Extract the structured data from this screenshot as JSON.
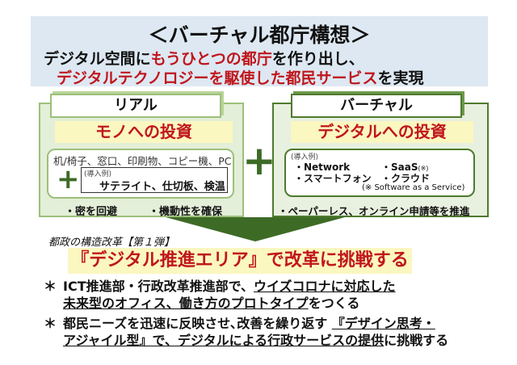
{
  "header": {
    "title": "＜バーチャル都庁構想＞",
    "line1_a": "デジタル空間に",
    "line1_b": "もうひとつの都庁",
    "line1_c": "を作り出し、",
    "line2_a": "デジタルテクノロジーを駆使した都民サービス",
    "line2_b": "を実現"
  },
  "real": {
    "tab": "リアル",
    "invest": "モノへの投資",
    "items": "机/椅子、窓口、印刷物、コピー機、PC",
    "example_label": "(導入例)",
    "example": "サテライト、仕切板、検温",
    "points": [
      "・密を回避",
      "・機動性を確保"
    ]
  },
  "plus": "+",
  "virtual": {
    "tab": "バーチャル",
    "invest": "デジタルへの投資",
    "example_label": "(導入例)",
    "items": [
      "・Network",
      "・SaaS",
      "・スマートフォン",
      "・クラウド"
    ],
    "saas_mark": "(※)",
    "note": "(※ Software as a Service)",
    "point": "・ペーパーレス、オンライン申請等を推進"
  },
  "reform": {
    "subtitle": "都政の構造改革【第１弾】",
    "banner": "『デジタル推進エリア』で改革に挑戦する",
    "bullet1": {
      "mark": "＊",
      "a": "ICT推進部・行政改革推進部で、",
      "u1": "ウイズコロナに対応した",
      "u2": "未来型のオフィス、働き方のプロトタイプ",
      "b": "をつくる"
    },
    "bullet2": {
      "mark": "＊",
      "a": "都民ニーズを迅速に反映させ､改善を繰り返す ",
      "u1": "『デザイン思考・",
      "u2": "アジャイル型』で、デジタルによる行政サービスの提供",
      "b": "に挑戦する"
    }
  },
  "colors": {
    "accent_red": "#c0161c",
    "header_bg": "#dde8f2",
    "green_dark": "#3d6b26",
    "green_light": "#e3efd8",
    "highlight": "#fbf7c0"
  }
}
